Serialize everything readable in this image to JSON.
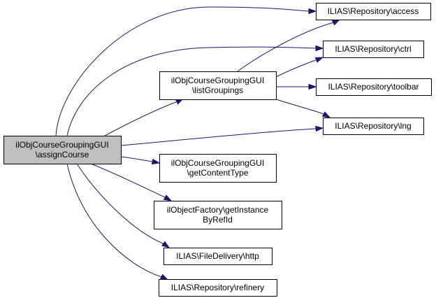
{
  "diagram": {
    "type": "call-graph",
    "edge_color": "#191970",
    "nodes": [
      {
        "id": "assign",
        "lines": [
          "ilObjCourseGroupingGUI",
          "\\assignCourse"
        ],
        "fill": "#bfbfbf"
      },
      {
        "id": "list",
        "lines": [
          "ilObjCourseGroupingGUI",
          "\\listGroupings"
        ],
        "fill": "#ffffff"
      },
      {
        "id": "access",
        "lines": [
          "ILIAS\\Repository\\access"
        ],
        "fill": "#ffffff"
      },
      {
        "id": "ctrl",
        "lines": [
          "ILIAS\\Repository\\ctrl"
        ],
        "fill": "#ffffff"
      },
      {
        "id": "toolbar",
        "lines": [
          "ILIAS\\Repository\\toolbar"
        ],
        "fill": "#ffffff"
      },
      {
        "id": "lng",
        "lines": [
          "ILIAS\\Repository\\lng"
        ],
        "fill": "#ffffff"
      },
      {
        "id": "content",
        "lines": [
          "ilObjCourseGroupingGUI",
          "\\getContentType"
        ],
        "fill": "#ffffff"
      },
      {
        "id": "factory",
        "lines": [
          "ilObjectFactory\\getInstance",
          "ByRefId"
        ],
        "fill": "#ffffff"
      },
      {
        "id": "http",
        "lines": [
          "ILIAS\\FileDelivery\\http"
        ],
        "fill": "#ffffff"
      },
      {
        "id": "refinery",
        "lines": [
          "ILIAS\\Repository\\refinery"
        ],
        "fill": "#ffffff"
      }
    ],
    "edges": [
      {
        "from": "assign",
        "to": "access"
      },
      {
        "from": "assign",
        "to": "ctrl"
      },
      {
        "from": "assign",
        "to": "list"
      },
      {
        "from": "assign",
        "to": "lng"
      },
      {
        "from": "assign",
        "to": "content"
      },
      {
        "from": "assign",
        "to": "factory"
      },
      {
        "from": "assign",
        "to": "http"
      },
      {
        "from": "assign",
        "to": "refinery"
      },
      {
        "from": "list",
        "to": "access"
      },
      {
        "from": "list",
        "to": "ctrl"
      },
      {
        "from": "list",
        "to": "toolbar"
      },
      {
        "from": "list",
        "to": "lng"
      }
    ]
  }
}
